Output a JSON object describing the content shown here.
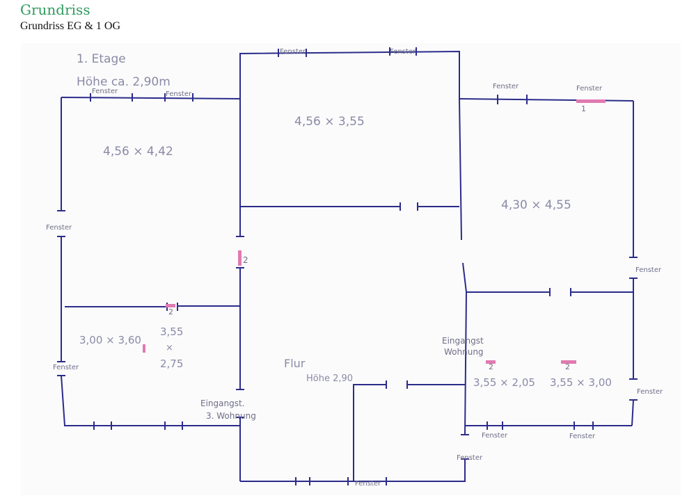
{
  "header": {
    "title": "Grundriss",
    "subtitle": "Grundriss EG & 1 OG"
  },
  "plan": {
    "floor_label": "1. Etage",
    "height_note": "Höhe ca. 2,90m",
    "window_label": "Fenster",
    "rooms": [
      {
        "id": "room-top-left",
        "dims": "4,56 × 4,42"
      },
      {
        "id": "room-top-middle",
        "dims": "4,56 × 3,55"
      },
      {
        "id": "room-right",
        "dims": "4,30 × 4,55"
      },
      {
        "id": "room-bottom-left",
        "dims": "3,00 × 3,60"
      },
      {
        "id": "room-bottom-left-alt-line1",
        "dims": "3,55"
      },
      {
        "id": "room-bottom-left-alt-line2",
        "dims": "×"
      },
      {
        "id": "room-bottom-left-alt-line3",
        "dims": "2,75"
      },
      {
        "id": "room-bottom-right-a",
        "dims": "3,55 × 2,05"
      },
      {
        "id": "room-bottom-right-b",
        "dims": "3,55 × 3,00"
      }
    ],
    "hall_label": "Flur",
    "hall_height": "Höhe 2,90",
    "entrance_left_line1": "Eingangst.",
    "entrance_left_line2": "3. Wohnung",
    "entrance_right_line1": "Eingangst",
    "entrance_right_line2": "Wohnung",
    "marker_1": "1",
    "marker_2": "2",
    "wall_color": "#2b2b8a",
    "marker_color": "#e07ab0"
  }
}
